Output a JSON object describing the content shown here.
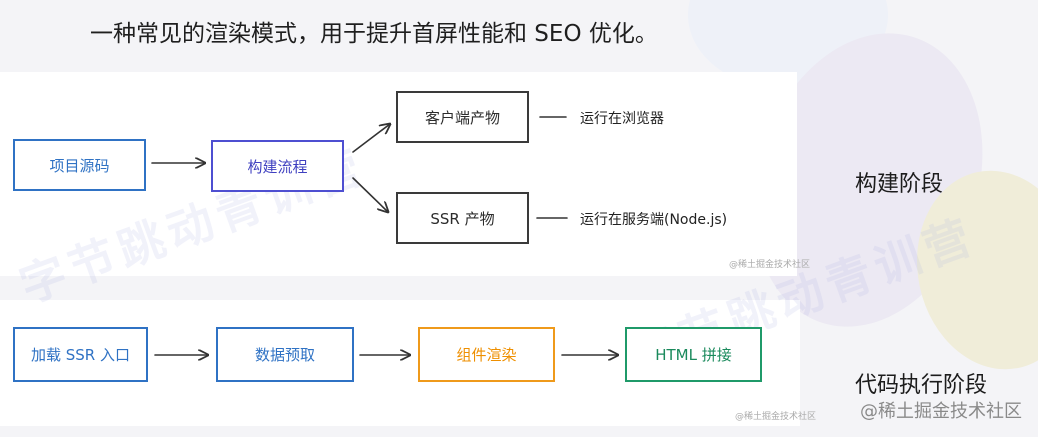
{
  "headline": "一种常见的渲染模式，用于提升首屏性能和 SEO 优化。",
  "watermark": "字节跳动青训营",
  "build_stage": {
    "label": "构建阶段",
    "nodes": {
      "source": "项目源码",
      "build": "构建流程",
      "client": "客户端产物",
      "ssr": "SSR 产物"
    },
    "notes": {
      "client": "运行在浏览器",
      "ssr": "运行在服务端(Node.js)"
    },
    "credit": "@稀土掘金技术社区"
  },
  "runtime_stage": {
    "label": "代码执行阶段",
    "nodes": {
      "load": "加载 SSR 入口",
      "fetch": "数据预取",
      "render": "组件渲染",
      "html": "HTML 拼接"
    },
    "credit": "@稀土掘金技术社区"
  },
  "brand": "@稀土掘金技术社区",
  "colors": {
    "blue": "#2f72c4",
    "purple": "#4e4fd1",
    "gray": "#3a3a3a",
    "orange": "#ef9a1b",
    "green": "#1f9a69"
  }
}
